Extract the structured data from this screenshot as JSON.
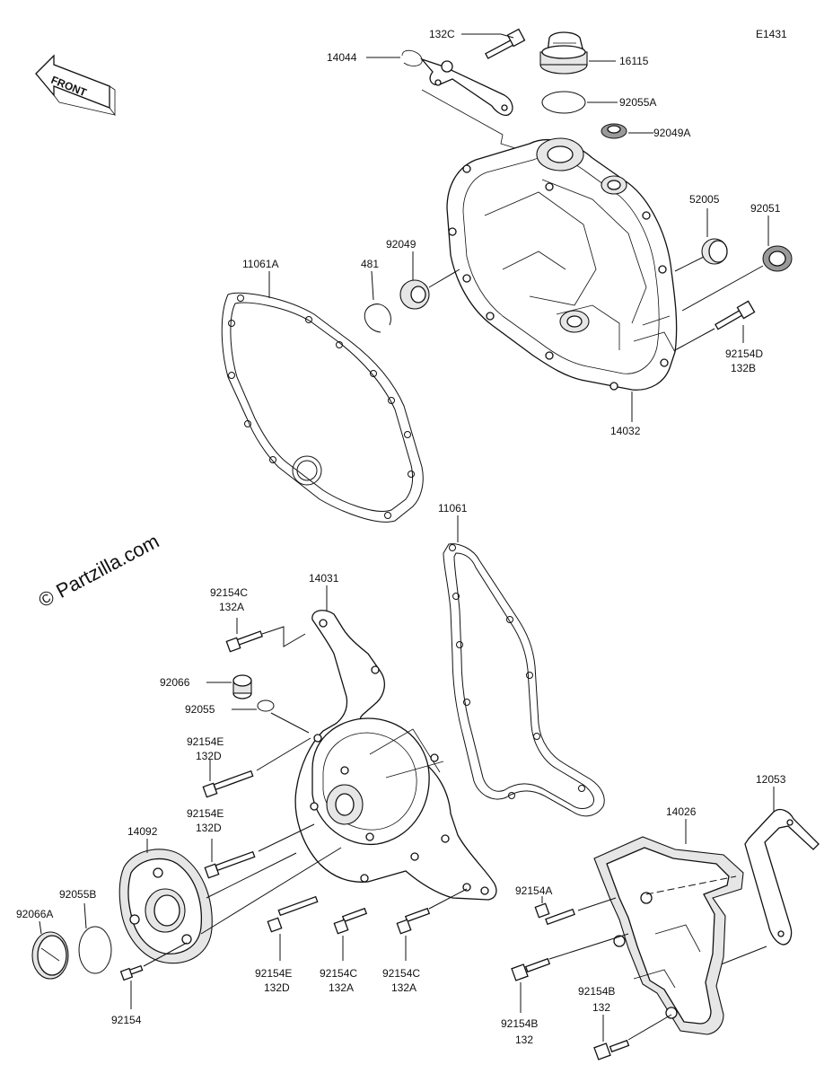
{
  "diagram_code": "E1431",
  "front_label": "FRONT",
  "watermark": "© Partzilla.com",
  "labels": {
    "p132C": "132C",
    "p14044": "14044",
    "p16115": "16115",
    "p92055A": "92055A",
    "p92049A": "92049A",
    "p52005": "52005",
    "p92051": "92051",
    "p92049": "92049",
    "p481": "481",
    "p11061A": "11061A",
    "p92154D": "92154D",
    "p132B": "132B",
    "p14032": "14032",
    "p11061": "11061",
    "p14031": "14031",
    "p92154C_a": "92154C",
    "p132A_a": "132A",
    "p92066": "92066",
    "p92055": "92055",
    "p92154E_a": "92154E",
    "p132D_a": "132D",
    "p92154E_b": "92154E",
    "p132D_b": "132D",
    "p14092": "14092",
    "p92055B": "92055B",
    "p92066A": "92066A",
    "p92154": "92154",
    "p92154E_c": "92154E",
    "p132D_c": "132D",
    "p92154C_b": "92154C",
    "p132A_b": "132A",
    "p92154C_c": "92154C",
    "p132A_c": "132A",
    "p12053": "12053",
    "p14026": "14026",
    "p92154A": "92154A",
    "p92154B_a": "92154B",
    "p132_a": "132",
    "p92154B_b": "92154B",
    "p132_b": "132"
  }
}
